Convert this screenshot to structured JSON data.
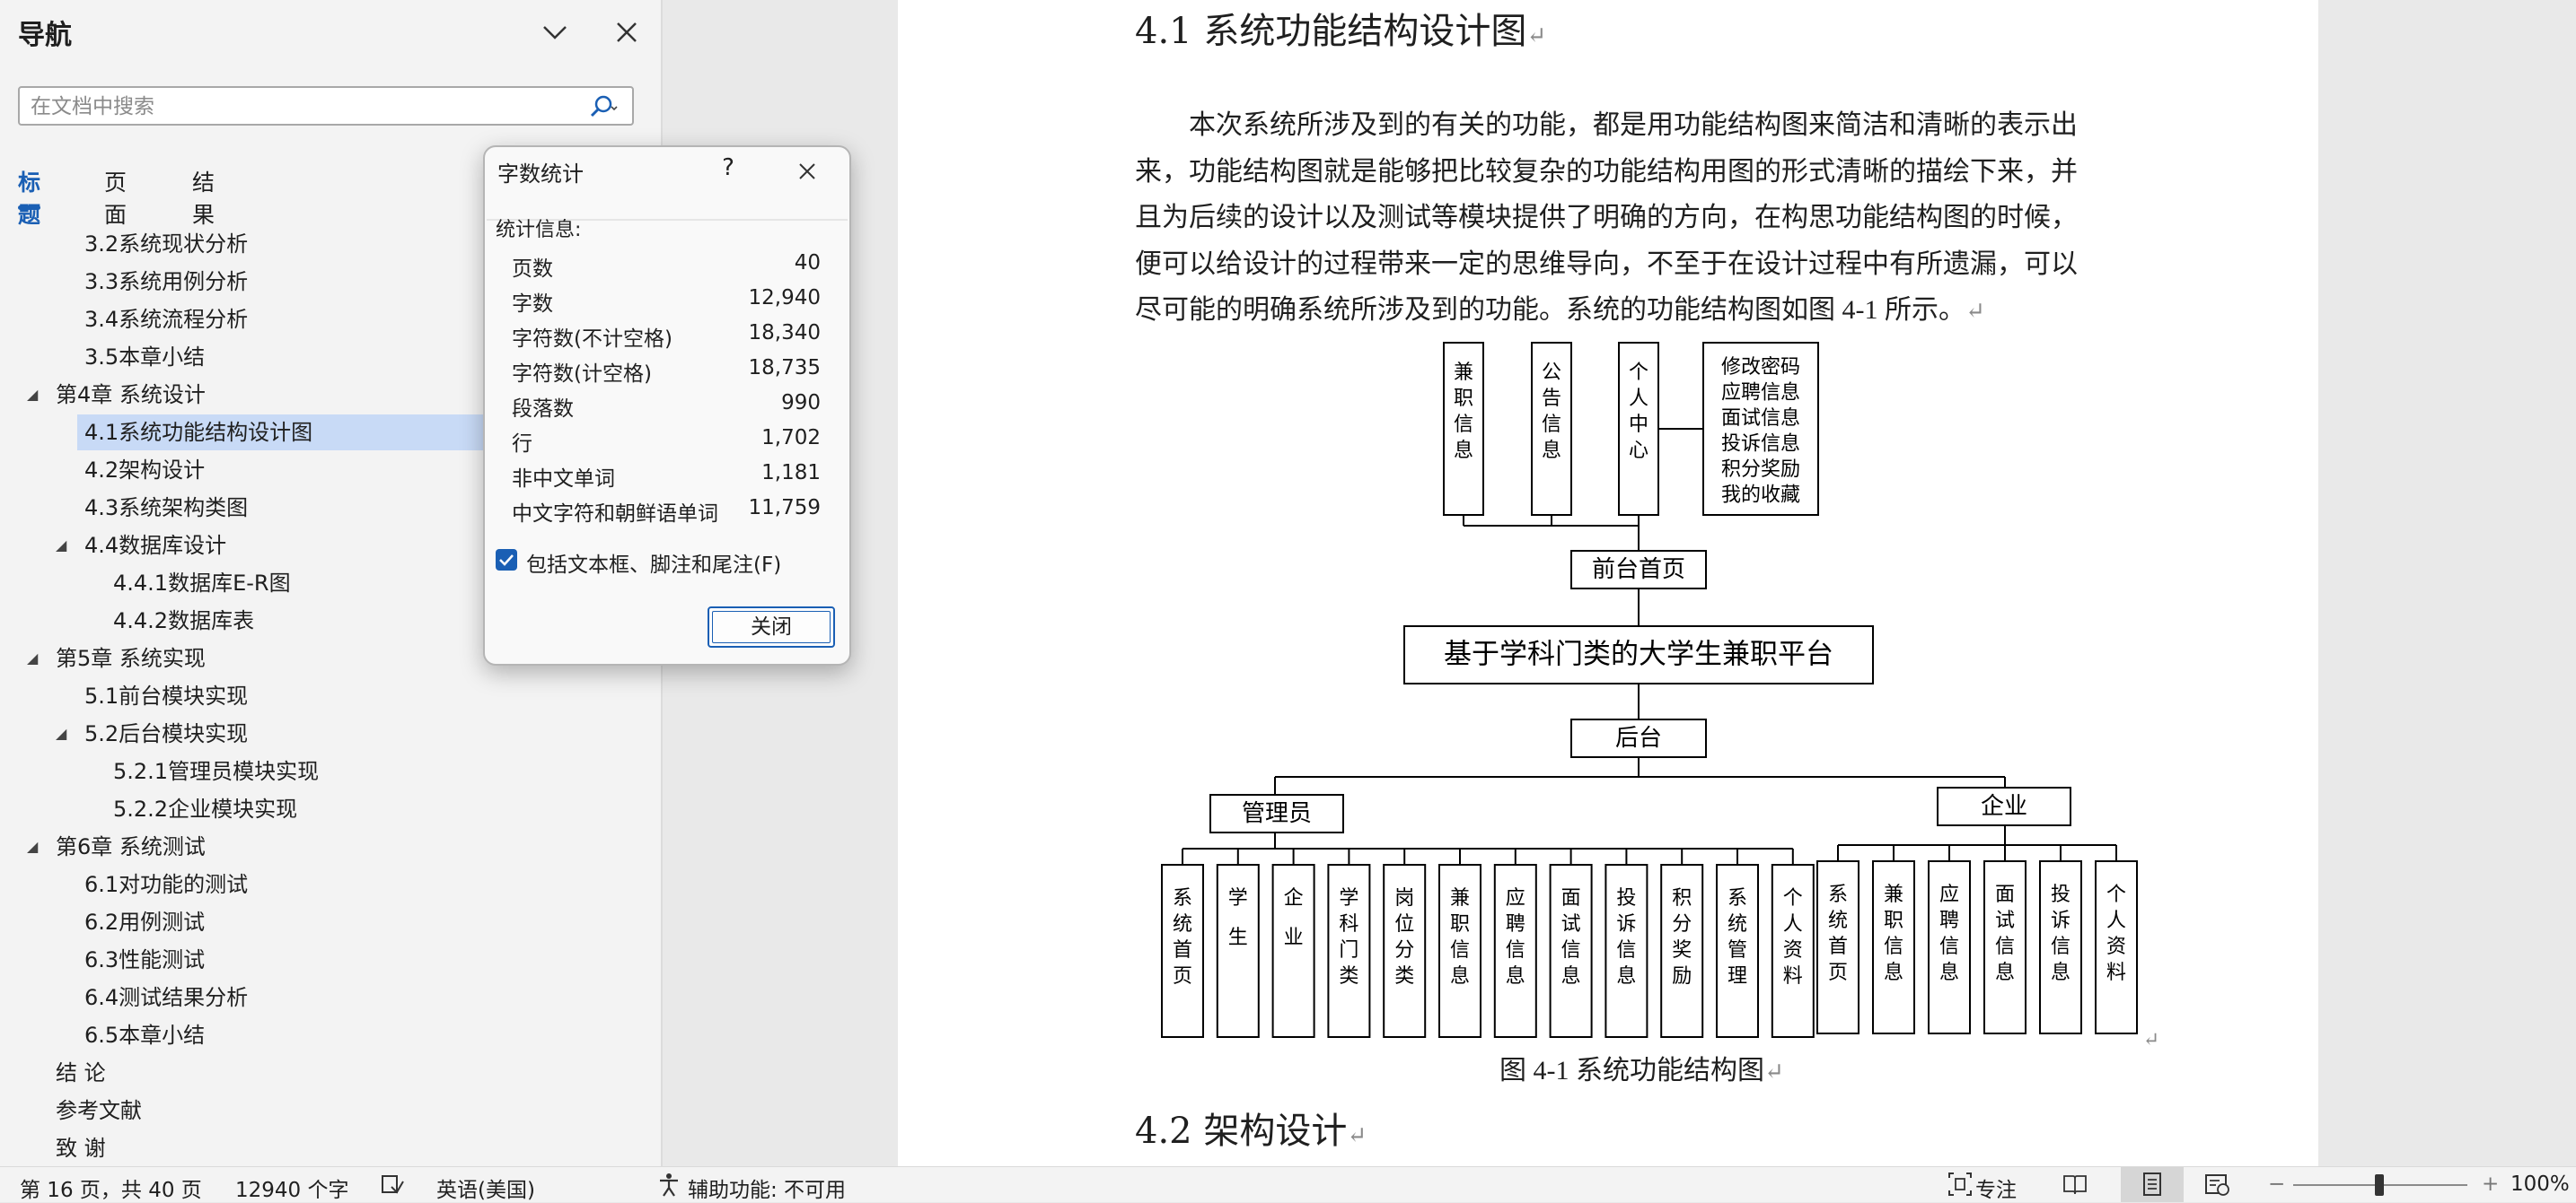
{
  "nav": {
    "title": "导航",
    "search_placeholder": "在文档中搜索",
    "tabs": [
      "标题",
      "页面",
      "结果"
    ],
    "outline": [
      {
        "label": "3.2系统现状分析",
        "level": 2
      },
      {
        "label": "3.3系统用例分析",
        "level": 2
      },
      {
        "label": "3.4系统流程分析",
        "level": 2
      },
      {
        "label": "3.5本章小结",
        "level": 2
      },
      {
        "label": "第4章 系统设计",
        "level": 1,
        "expanded": true
      },
      {
        "label": "4.1系统功能结构设计图",
        "level": 2,
        "selected": true
      },
      {
        "label": "4.2架构设计",
        "level": 2
      },
      {
        "label": "4.3系统架构类图",
        "level": 2
      },
      {
        "label": "4.4数据库设计",
        "level": 2,
        "expanded": true
      },
      {
        "label": "4.4.1数据库E-R图",
        "level": 3
      },
      {
        "label": "4.4.2数据库表",
        "level": 3
      },
      {
        "label": "第5章 系统实现",
        "level": 1,
        "expanded": true
      },
      {
        "label": "5.1前台模块实现",
        "level": 2
      },
      {
        "label": "5.2后台模块实现",
        "level": 2,
        "expanded": true
      },
      {
        "label": "5.2.1管理员模块实现",
        "level": 3
      },
      {
        "label": "5.2.2企业模块实现",
        "level": 3
      },
      {
        "label": "第6章 系统测试",
        "level": 1,
        "expanded": true
      },
      {
        "label": "6.1对功能的测试",
        "level": 2
      },
      {
        "label": "6.2用例测试",
        "level": 2
      },
      {
        "label": "6.3性能测试",
        "level": 2
      },
      {
        "label": "6.4测试结果分析",
        "level": 2
      },
      {
        "label": "6.5本章小结",
        "level": 2
      },
      {
        "label": "结 论",
        "level": 1
      },
      {
        "label": "参考文献",
        "level": 1
      },
      {
        "label": "致 谢",
        "level": 1
      }
    ]
  },
  "dialog": {
    "title": "字数统计",
    "help": "?",
    "section": "统计信息:",
    "stats": [
      {
        "key": "页数",
        "value": "40"
      },
      {
        "key": "字数",
        "value": "12,940"
      },
      {
        "key": "字符数(不计空格)",
        "value": "18,340"
      },
      {
        "key": "字符数(计空格)",
        "value": "18,735"
      },
      {
        "key": "段落数",
        "value": "990"
      },
      {
        "key": "行",
        "value": "1,702"
      },
      {
        "key": "非中文单词",
        "value": "1,181"
      },
      {
        "key": "中文字符和朝鲜语单词",
        "value": "11,759"
      }
    ],
    "checkbox_label": "包括文本框、脚注和尾注(F)",
    "checkbox_checked": true,
    "close_button": "关闭"
  },
  "document": {
    "heading1": "4.1 系统功能结构设计图",
    "paragraph_lines": [
      "本次系统所涉及到的有关的功能，都是用功能结构图来简洁和清晰的表示出",
      "来，功能结构图就是能够把比较复杂的功能结构用图的形式清晰的描绘下来，并",
      "且为后续的设计以及测试等模块提供了明确的方向，在构思功能结构图的时候，",
      "便可以给设计的过程带来一定的思维导向，不至于在设计过程中有所遗漏，可以",
      "尽可能的明确系统所涉及到的功能。系统的功能结构图如图 4-1 所示。"
    ],
    "diagram": {
      "top_boxes": [
        "兼职信息",
        "公告信息",
        "个人中心"
      ],
      "personal_center_items": [
        "修改密码",
        "应聘信息",
        "面试信息",
        "投诉信息",
        "积分奖励",
        "我的收藏"
      ],
      "frontend": "前台首页",
      "root": "基于学科门类的大学生兼职平台",
      "backend": "后台",
      "admin": "管理员",
      "enterprise": "企业",
      "admin_items": [
        "系统首页",
        "学生",
        "企业",
        "学科门类",
        "岗位分类",
        "兼职信息",
        "应聘信息",
        "面试信息",
        "投诉信息",
        "积分奖励",
        "系统管理",
        "个人资料"
      ],
      "enterprise_items": [
        "系统首页",
        "兼职信息",
        "应聘信息",
        "面试信息",
        "投诉信息",
        "个人资料"
      ]
    },
    "caption": "图 4-1  系统功能结构图",
    "heading2": "4.2 架构设计",
    "return_mark": "↵"
  },
  "status_bar": {
    "page": "第 16 页，共 40 页",
    "words": "12940 个字",
    "language": "英语(美国)",
    "accessibility": "辅助功能: 不可用",
    "focus": "专注",
    "zoom": "100%",
    "zoom_minus": "−",
    "zoom_plus": "+"
  }
}
